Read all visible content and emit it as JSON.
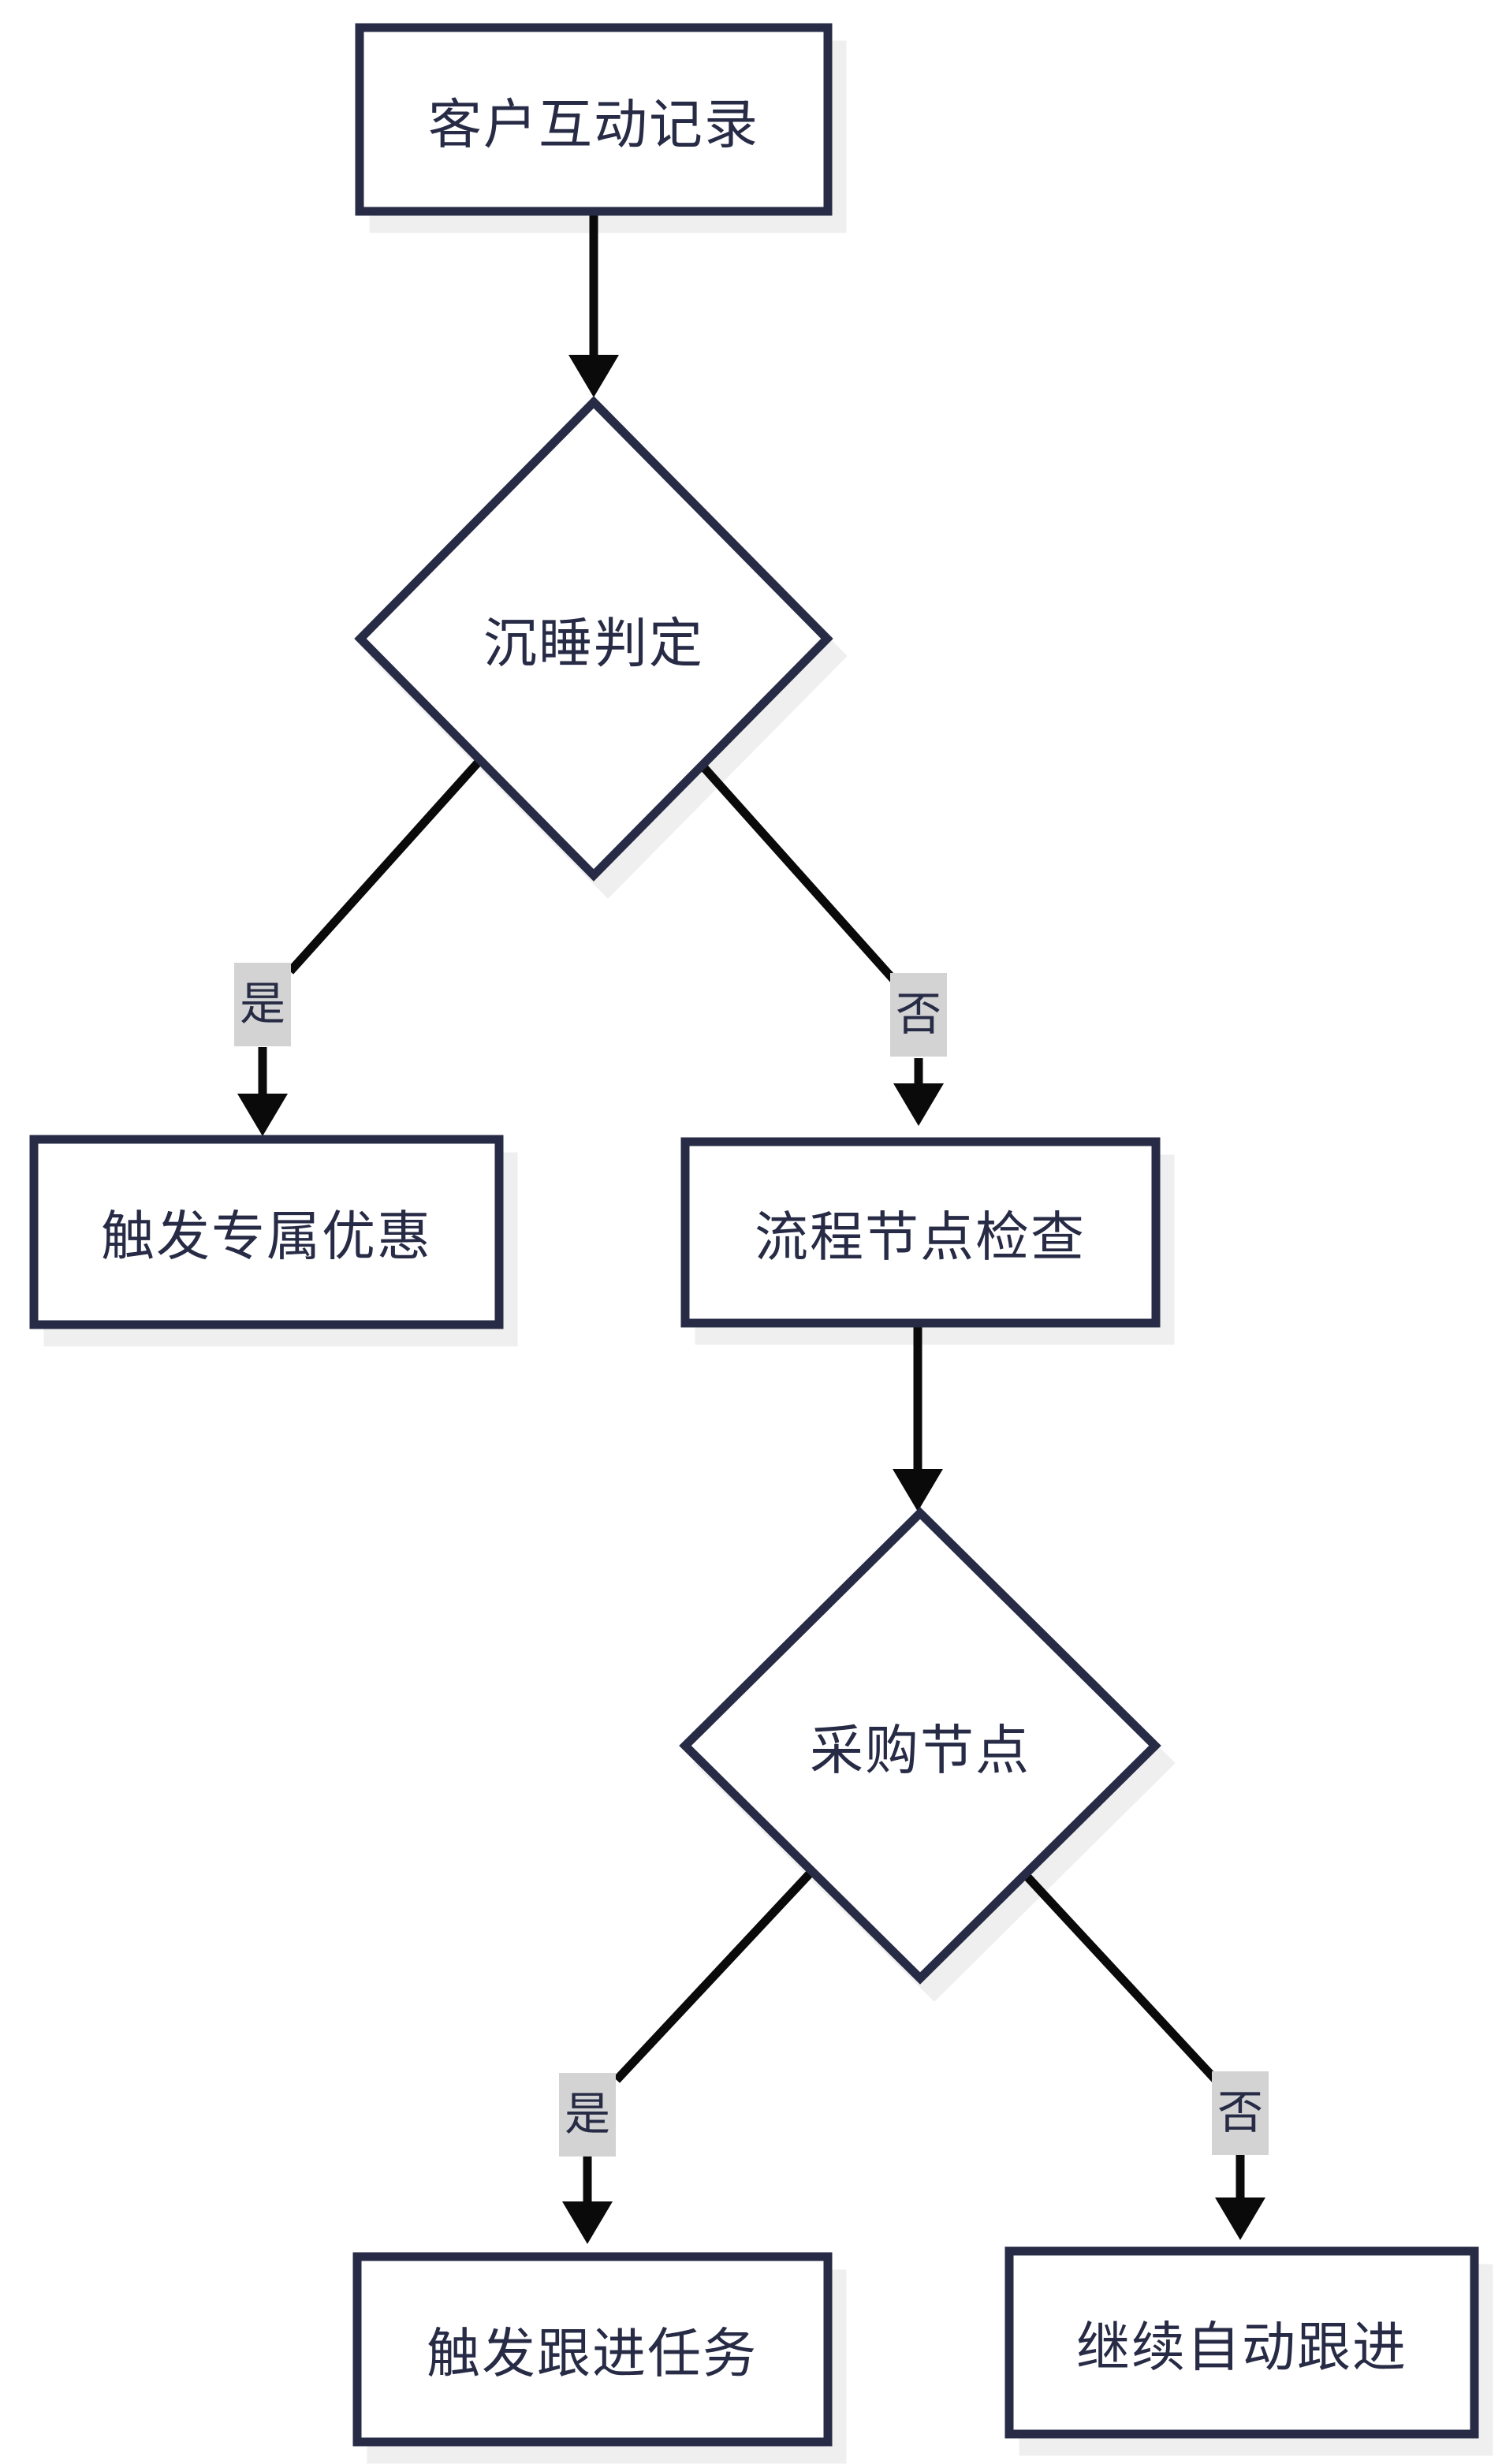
{
  "diagram": {
    "type": "flowchart",
    "direction": "top-down",
    "nodes": [
      {
        "id": "A",
        "shape": "rect",
        "label": "客户互动记录"
      },
      {
        "id": "B",
        "shape": "diamond",
        "label": "沉睡判定"
      },
      {
        "id": "C",
        "shape": "rect",
        "label": "触发专属优惠"
      },
      {
        "id": "D",
        "shape": "rect",
        "label": "流程节点检查"
      },
      {
        "id": "E",
        "shape": "diamond",
        "label": "采购节点"
      },
      {
        "id": "F",
        "shape": "rect",
        "label": "触发跟进任务"
      },
      {
        "id": "G",
        "shape": "rect",
        "label": "继续自动跟进"
      }
    ],
    "edges": [
      {
        "from": "A",
        "to": "B",
        "label": ""
      },
      {
        "from": "B",
        "to": "C",
        "label": "是"
      },
      {
        "from": "B",
        "to": "D",
        "label": "否"
      },
      {
        "from": "D",
        "to": "E",
        "label": ""
      },
      {
        "from": "E",
        "to": "F",
        "label": "是"
      },
      {
        "from": "E",
        "to": "G",
        "label": "否"
      }
    ],
    "colors": {
      "node_border": "#272b45",
      "node_fill": "#ffffff",
      "node_text": "#272b45",
      "connector_line": "#0a0a0a",
      "edge_label_background": "#d3d3d3",
      "drop_shadow": "#efefef",
      "page_background": "#ffffff"
    }
  }
}
